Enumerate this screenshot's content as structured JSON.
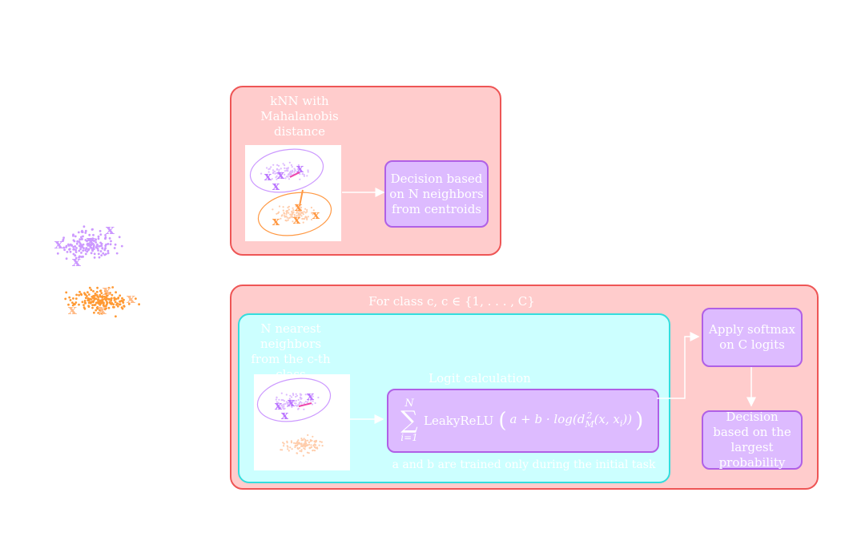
{
  "colors": {
    "red_fill": "#ffcccc",
    "red_border": "#ee5555",
    "cyan_fill": "#ccffff",
    "cyan_border": "#33dddd",
    "purple_fill": "#ddbbff",
    "purple_border": "#b060e6",
    "violet_points": "#cc99ff",
    "orange_points": "#ff9933"
  },
  "top_panel": {
    "title": "kNN with Mahalanobis distance",
    "decision": "Decision based on N neighbors from centroids"
  },
  "bottom_panel": {
    "header": "For class c, c ∈ {1, . . . , C}",
    "nearest_label": "N nearest neighbors from the c-th class",
    "logit_title": "Logit calculation",
    "formula": {
      "sum_top": "N",
      "sum_bottom": "i=1",
      "body": "LeakyReLU",
      "inner": "a + b · log(d",
      "sup": "2",
      "sub": "M",
      "rest": "(x, x",
      "sub_i": "i",
      "tail": "))"
    },
    "note": "a and b are trained only during the initial task",
    "softmax": "Apply softmax on C logits",
    "final_decision": "Decision based on the largest probability"
  }
}
